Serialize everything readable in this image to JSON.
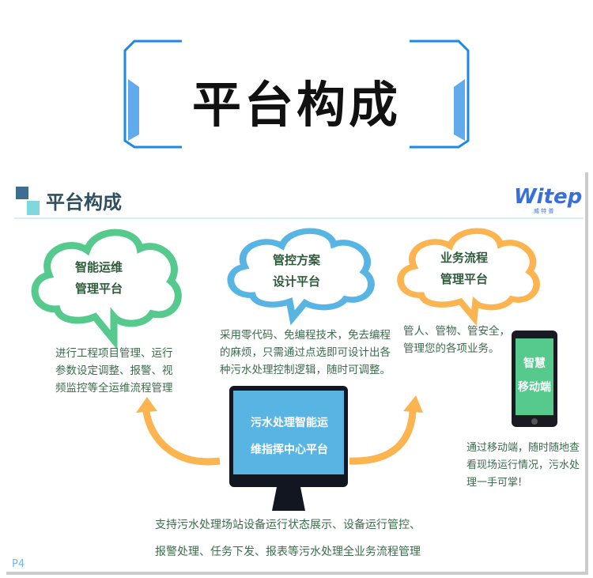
{
  "header": {
    "title": "平台构成"
  },
  "slide": {
    "title": "平台构成",
    "logo": "Witep",
    "logo_sub": "威 特 普",
    "page": "P4",
    "clouds": [
      {
        "line1": "智能运维",
        "line2": "管理平台",
        "desc": [
          "进行工程项目管理、运行",
          "参数设定调整、报警、视",
          "频监控等全运维流程管理"
        ],
        "color": "#56c98d"
      },
      {
        "line1": "管控方案",
        "line2": "设计平台",
        "desc": [
          "采用零代码、免编程技术，免去编程",
          "的麻烦，只需通过点选即可设计出各",
          "种污水处理控制逻辑，随时可调整。"
        ],
        "color": "#58b5e3"
      },
      {
        "line1": "业务流程",
        "line2": "管理平台",
        "desc": [
          "管人、管物、管安全，",
          "管理您的各项业务。"
        ],
        "color": "#fbb450"
      }
    ],
    "mobile": {
      "line1": "智慧",
      "line2": "移动端",
      "desc": [
        "通过移动端，随时随地查",
        "看现场运行情况，污水处",
        "理一手可掌!"
      ]
    },
    "center": {
      "line1": "污水处理智能运",
      "line2": "维指挥中心平台",
      "desc": [
        "支持污水处理场站设备运行状态展示、设备运行管控、",
        "报警处理、任务下发、报表等污水处理全业务流程管理"
      ]
    }
  }
}
